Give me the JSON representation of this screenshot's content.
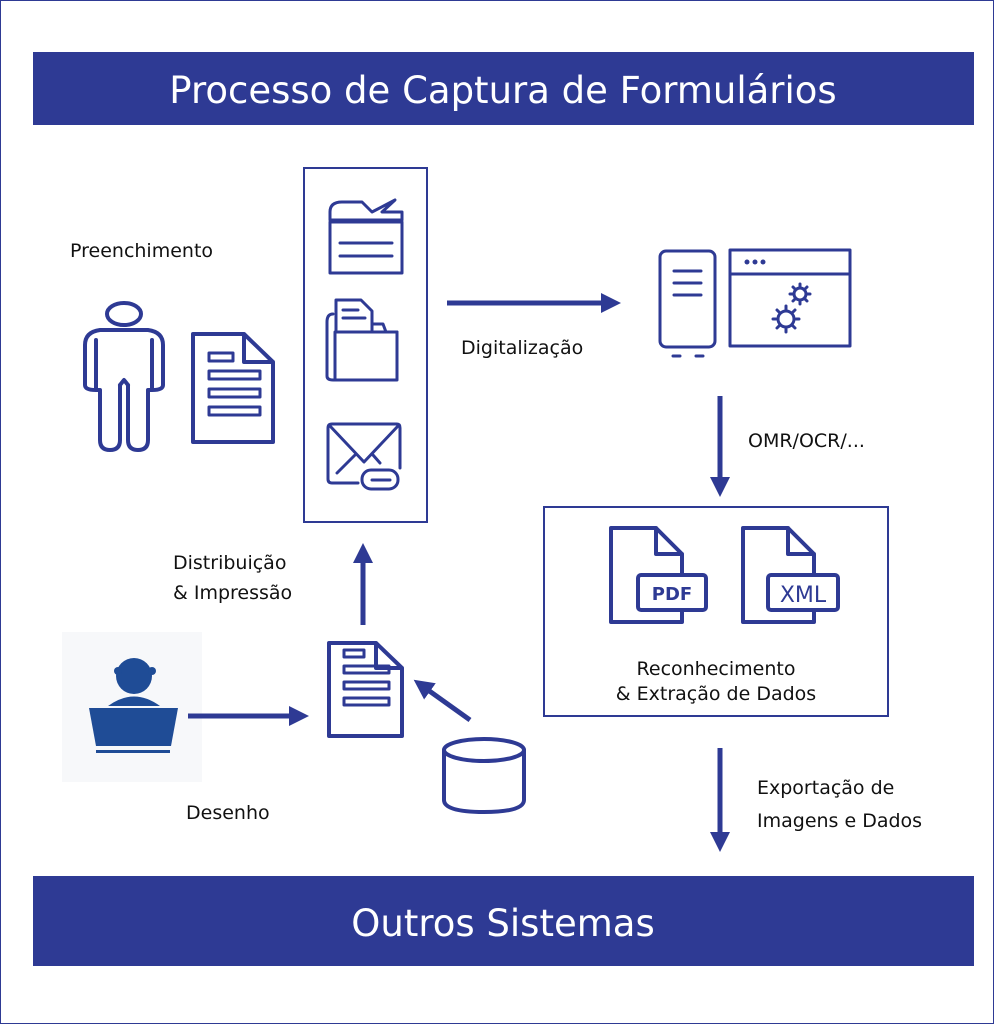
{
  "title": "Processo de Captura de Formulários",
  "footer": "Outros Sistemas",
  "labels": {
    "preenchimento": "Preenchimento",
    "digitalizacao": "Digitalização",
    "omr": "OMR/OCR/...",
    "distribuicao_1": "Distribuição",
    "distribuicao_2": "& Impressão",
    "desenho": "Desenho",
    "reconhecimento_1": "Reconhecimento",
    "reconhecimento_2": "& Extração de Dados",
    "exportacao_1": "Exportação de",
    "exportacao_2": "Imagens e Dados"
  },
  "files": {
    "pdf": "PDF",
    "xml": "XML"
  },
  "colors": {
    "primary": "#2e3a94",
    "user": "#1f4c96"
  }
}
